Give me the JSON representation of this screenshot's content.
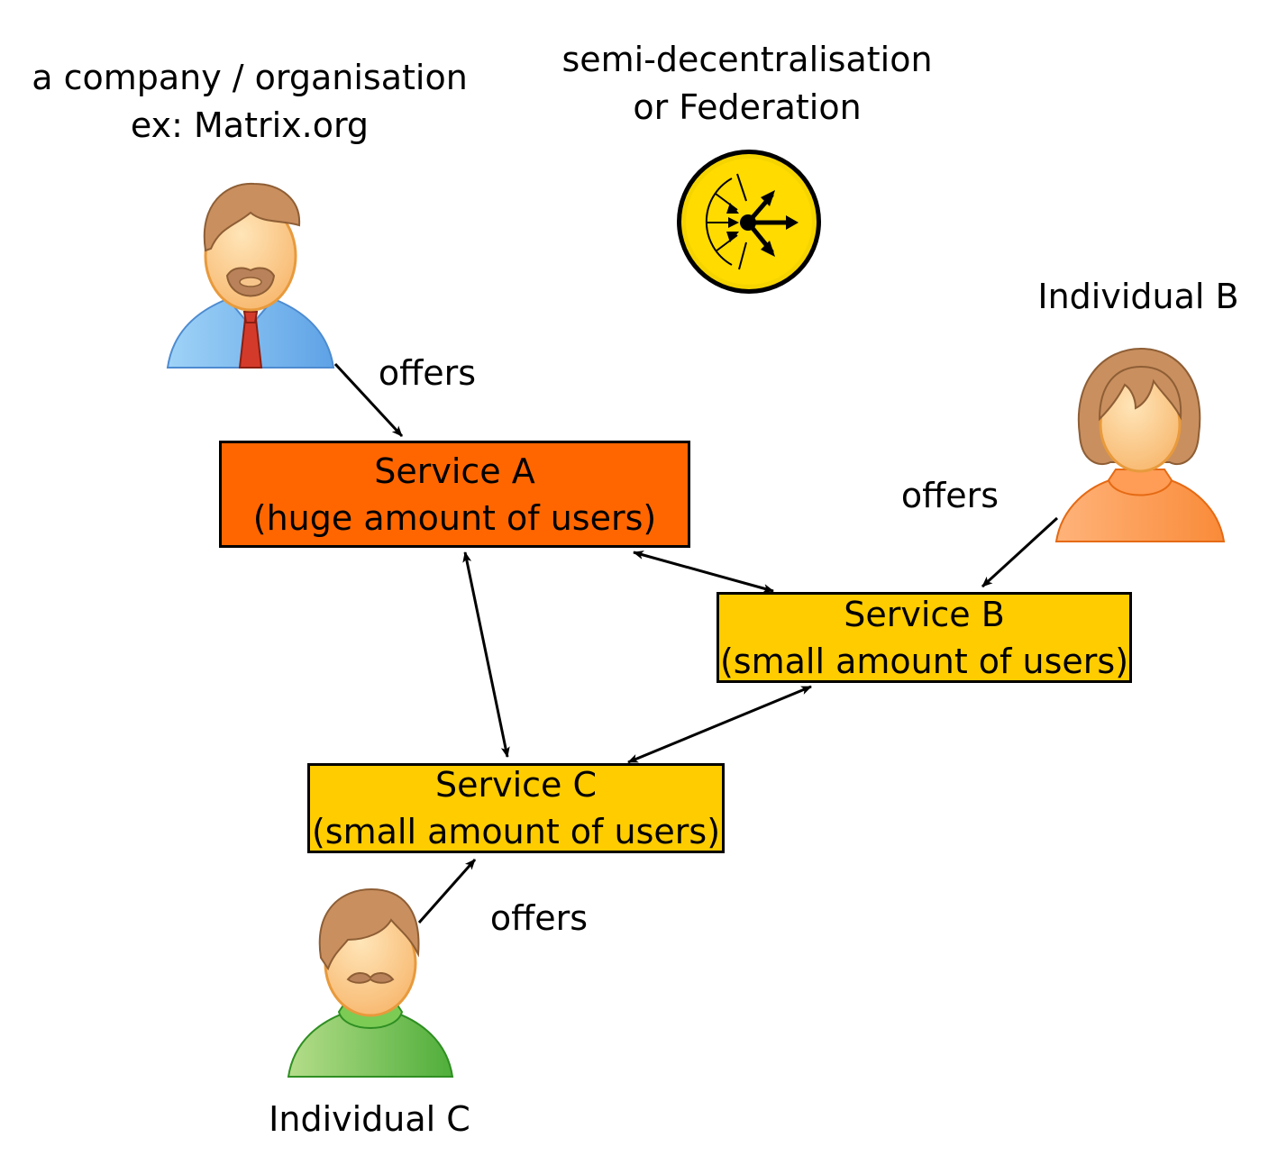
{
  "company": {
    "line1": "a company / organisation",
    "line2": "ex: Matrix.org"
  },
  "federation": {
    "line1": "semi-decentralisation",
    "line2": "or Federation",
    "icon": "federation-icon"
  },
  "individual_b": {
    "label": "Individual B"
  },
  "individual_c": {
    "label": "Individual C"
  },
  "offers_label": "offers",
  "services": {
    "a": {
      "name": "Service A",
      "desc": "(huge amount of users)",
      "color": "#ff6600"
    },
    "b": {
      "name": "Service B",
      "desc": "(small amount of users)",
      "color": "#ffcc00"
    },
    "c": {
      "name": "Service C",
      "desc": "(small amount of users)",
      "color": "#ffcc00"
    }
  },
  "edges": [
    {
      "from": "company",
      "to": "service-a",
      "label": "offers",
      "direction": "one-way"
    },
    {
      "from": "individual-b",
      "to": "service-b",
      "label": "offers",
      "direction": "one-way"
    },
    {
      "from": "individual-c",
      "to": "service-c",
      "label": "offers",
      "direction": "one-way"
    },
    {
      "from": "service-a",
      "to": "service-b",
      "direction": "two-way"
    },
    {
      "from": "service-a",
      "to": "service-c",
      "direction": "two-way"
    },
    {
      "from": "service-b",
      "to": "service-c",
      "direction": "two-way"
    }
  ]
}
